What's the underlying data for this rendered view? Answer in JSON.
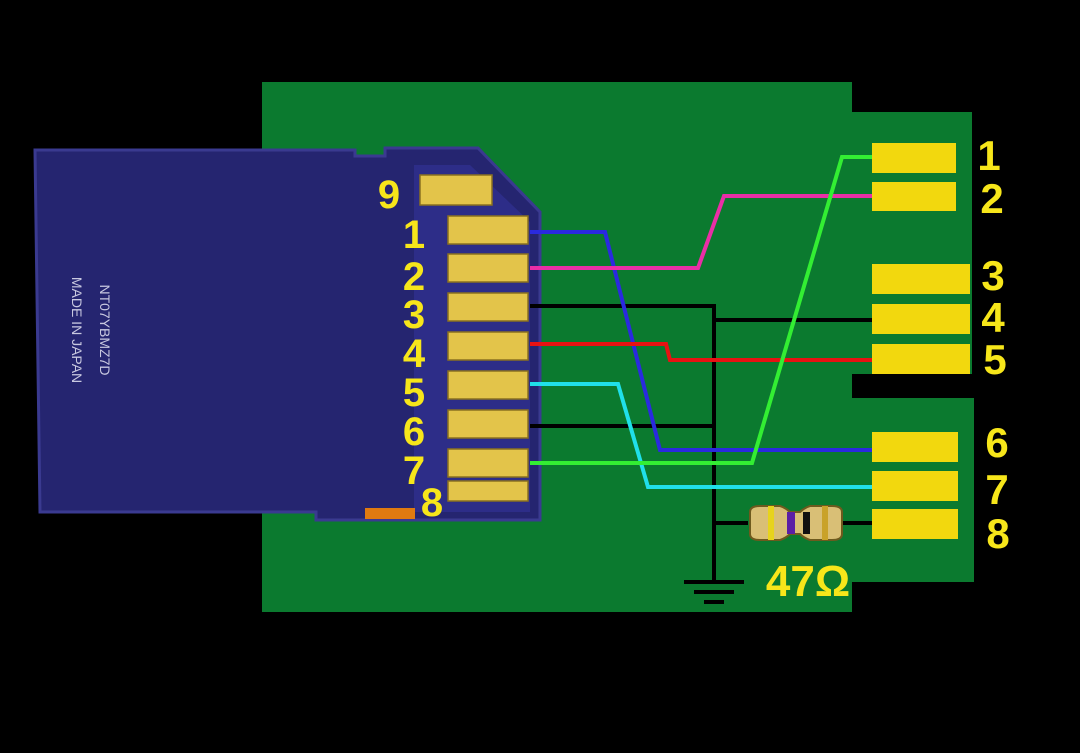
{
  "card": {
    "label_lines": [
      "NT07YBMZ7D",
      "MADE IN JAPAN"
    ],
    "pin_labels": [
      "9",
      "1",
      "2",
      "3",
      "4",
      "5",
      "6",
      "7",
      "8"
    ]
  },
  "connector": {
    "pin_labels": [
      "1",
      "2",
      "3",
      "4",
      "5",
      "6",
      "7",
      "8"
    ]
  },
  "resistor": {
    "label": "47Ω"
  },
  "colors": {
    "background": "#000000",
    "board": "#0b7a2f",
    "card": "#252570",
    "pad": "#f2d80e",
    "label": "#f7e61a",
    "wire_pin1": "#2a2adf",
    "wire_pin2": "#ea2ea6",
    "wire_pin3": "#000000",
    "wire_pin4": "#e81212",
    "wire_pin5": "#20e0ea",
    "wire_pin6": "#000000",
    "wire_pin7": "#33ee33"
  }
}
